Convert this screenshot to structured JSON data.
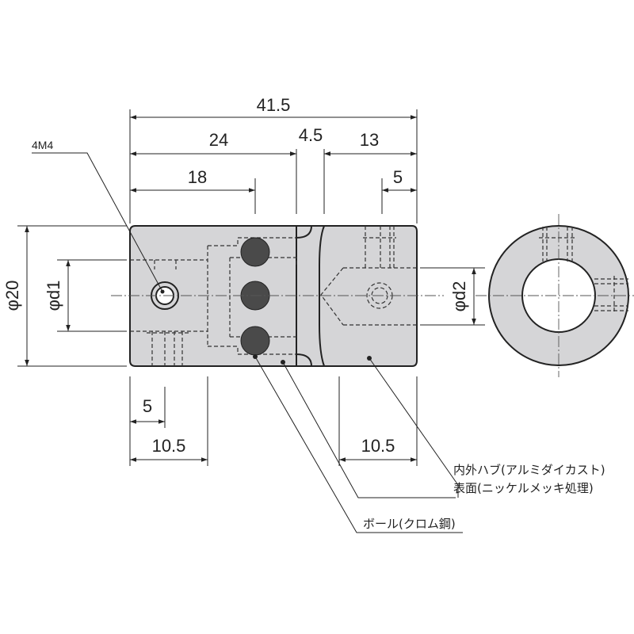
{
  "dimensions": {
    "overall_length": "41.5",
    "hub1_length": "24",
    "gap": "4.5",
    "hub2_length": "13",
    "ball_position": "18",
    "hub2_screw_offset": "5",
    "hub1_screw_offset": "5",
    "hub1_screw_spacing": "10.5",
    "hub2_screw_spacing": "10.5",
    "outer_diameter": "φ20",
    "bore_d1": "φd1",
    "bore_d2": "φd2"
  },
  "labels": {
    "screw": "4M4",
    "hub_material": "内外ハブ(アルミダイカスト)",
    "surface_treatment": "表面(ニッケルメッキ処理)",
    "ball_material": "ボール(クロム鋼)"
  },
  "colors": {
    "body_fill": "#d5d5d7",
    "ball_fill": "#4a4a4a",
    "line": "#222222"
  }
}
